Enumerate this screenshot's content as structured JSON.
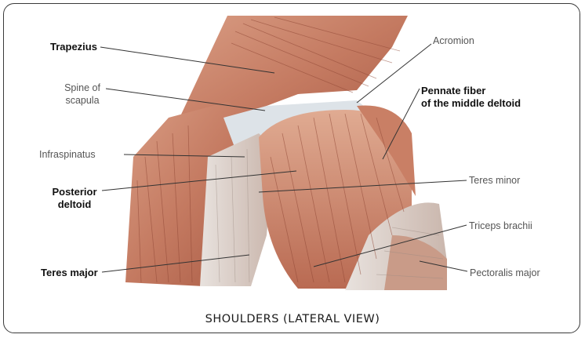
{
  "labels": {
    "trapezius": "Trapezius",
    "spine_of_scapula_1": "Spine of",
    "spine_of_scapula_2": "scapula",
    "infraspinatus": "Infraspinatus",
    "posterior_deltoid_1": "Posterior",
    "posterior_deltoid_2": "deltoid",
    "teres_major": "Teres major",
    "acromion": "Acromion",
    "pennate_fiber_1": "Pennate fiber",
    "pennate_fiber_2": "of the middle deltoid",
    "teres_minor": "Teres minor",
    "triceps_brachii": "Triceps brachii",
    "pectoralis_major": "Pectoralis major"
  },
  "caption": "SHOULDERS (LATERAL VIEW)",
  "colors": {
    "muscle": "#c9836a",
    "muscle_dark": "#9c4f3a",
    "tendon": "#dfe5ea",
    "leader": "#333333"
  }
}
